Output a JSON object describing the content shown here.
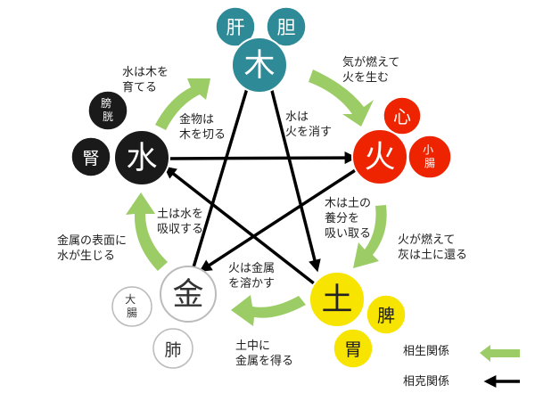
{
  "colors": {
    "wood": "#2e8a97",
    "fire": "#ee2400",
    "earth": "#f7e400",
    "metal": "#ffffff",
    "water": "#1a1a1a",
    "generating_arrow": "#9ccc65",
    "controlling_arrow": "#000000"
  },
  "elements": {
    "wood": {
      "label": "木",
      "organs": [
        "肝",
        "胆"
      ]
    },
    "fire": {
      "label": "火",
      "organs": [
        "心",
        "小腸"
      ]
    },
    "earth": {
      "label": "土",
      "organs": [
        "脾",
        "胃"
      ]
    },
    "metal": {
      "label": "金",
      "organs": [
        "大腸",
        "肺"
      ]
    },
    "water": {
      "label": "水",
      "organs": [
        "膀胱",
        "腎"
      ]
    }
  },
  "relations": {
    "wood_fire": "気が燃えて 火を生む",
    "fire_earth": "火が燃えて 灰は土に還る",
    "earth_metal": "土中に 金属を得る",
    "metal_water": "金属の表面に 水が生じる",
    "water_wood": "水は木を 育てる",
    "metal_wood": "金物は 木を切る",
    "water_fire": "水は 火を消す",
    "wood_earth": "木は土の 養分を 吸い取る",
    "earth_water": "土は水を 吸収する",
    "fire_metal": "火は金属 を溶かす"
  },
  "legend": {
    "generating": "相生関係",
    "controlling": "相克関係"
  }
}
